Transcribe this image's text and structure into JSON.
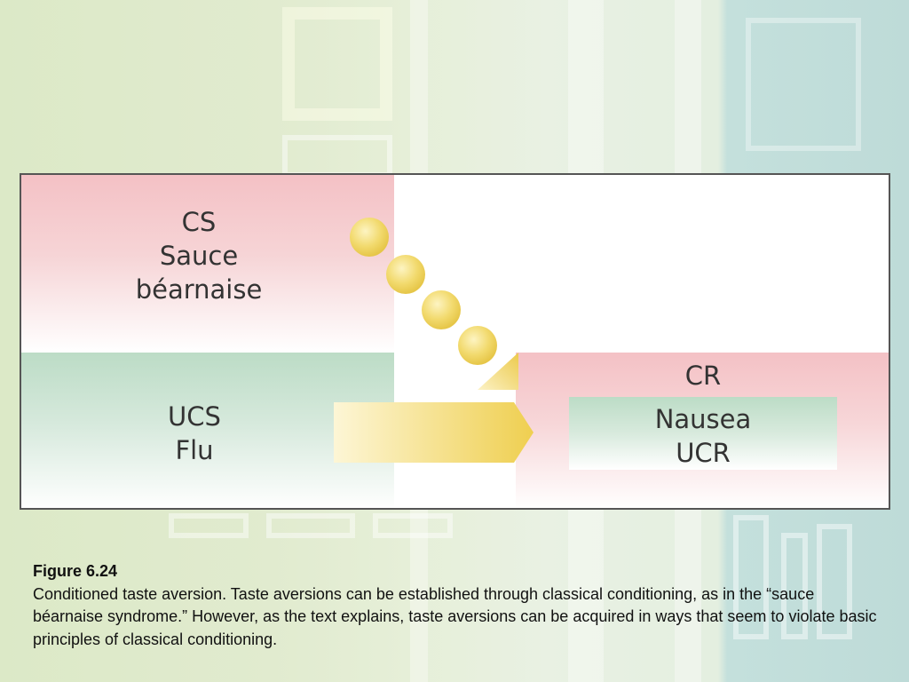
{
  "diagram": {
    "cs": {
      "line1": "CS",
      "line2": "Sauce",
      "line3": "béarnaise"
    },
    "ucs": {
      "line1": "UCS",
      "line2": "Flu"
    },
    "cr": {
      "label": "CR"
    },
    "ucr": {
      "line1": "Nausea",
      "line2": "UCR"
    },
    "colors": {
      "stimulus_pink": "#f4c1c5",
      "stimulus_green": "#bcdcc6",
      "arrow_yellow": "#f0d35a",
      "border": "#555555"
    }
  },
  "caption": {
    "title": "Figure 6.24",
    "text": "Conditioned taste aversion. Taste aversions can be established through classical conditioning, as in the “sauce béarnaise syndrome.” However, as the text explains, taste aversions can be acquired in ways that seem to violate basic principles of classical conditioning."
  }
}
